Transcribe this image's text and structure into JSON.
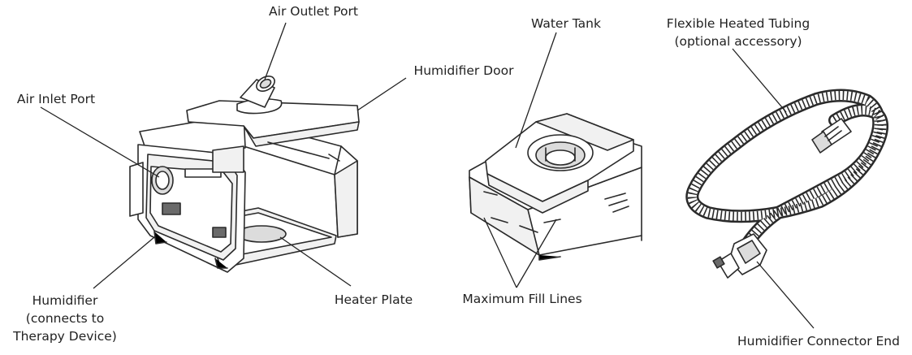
{
  "labels": {
    "air_outlet_port": "Air Outlet Port",
    "humidifier_door": "Humidifier Door",
    "air_inlet_port": "Air Inlet Port",
    "humidifier_line1": "Humidifier",
    "humidifier_line2": "(connects to",
    "humidifier_line3": "Therapy Device)",
    "heater_plate": "Heater Plate",
    "water_tank": "Water Tank",
    "maximum_fill_lines": "Maximum Fill Lines",
    "flexible_tubing_line1": "Flexible Heated Tubing",
    "flexible_tubing_line2": "(optional accessory)",
    "humidifier_connector_end": "Humidifier Connector End"
  },
  "colors": {
    "ink": "#2a2a2a",
    "text": "#222222",
    "background": "#ffffff"
  }
}
